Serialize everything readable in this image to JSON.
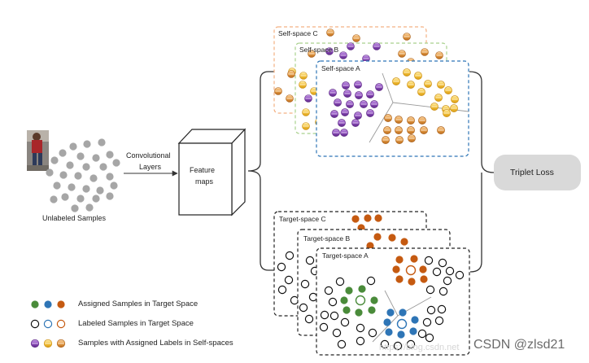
{
  "input": {
    "label": "Unlabeled Samples"
  },
  "conv": {
    "line1": "Convolutional",
    "line2": "Layers"
  },
  "feature": {
    "line1": "Feature",
    "line2": "maps"
  },
  "self_spaces": [
    "Self-space C",
    "Self-space B",
    "Self-space A"
  ],
  "target_spaces": [
    "Target-space C",
    "Target-space B",
    "Target-space A"
  ],
  "loss": {
    "label": "Triplet Loss"
  },
  "legend": [
    "Assigned Samples in Target Space",
    "Labeled Samples in Target Space",
    "Samples with Assigned Labels in Self-spaces"
  ],
  "watermark": {
    "faint": "https://blog.csdn.net",
    "strong": "CSDN @zlsd21"
  },
  "colors": {
    "purple": "#8e4bbf",
    "yellow": "#f5c542",
    "orange": "#e8a04a",
    "green": "#4a8b3a",
    "blue": "#2e75b6",
    "rust": "#c55a11",
    "gray": "#a6a6a6"
  }
}
